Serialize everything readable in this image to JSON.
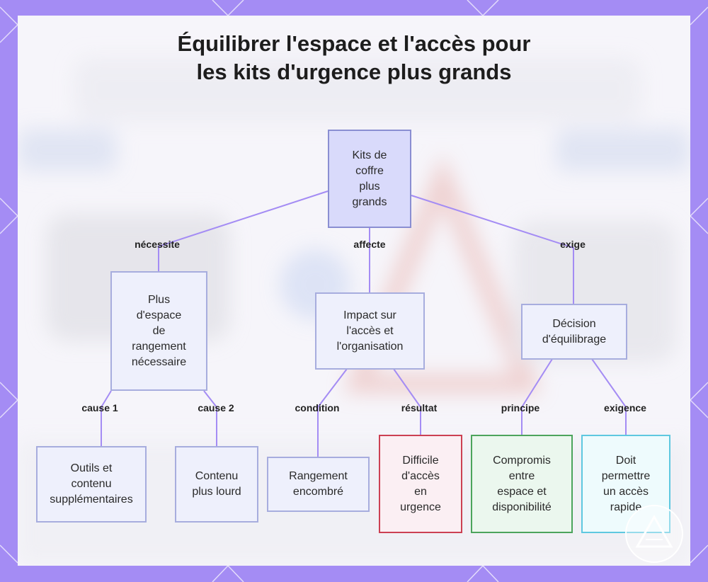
{
  "title": {
    "line1": "Équilibrer l'espace et l'accès pour",
    "line2": "les kits d'urgence plus grands"
  },
  "nodes": {
    "root": "Kits de\ncoffre\nplus\ngrands",
    "storage": "Plus\nd'espace\nde\nrangement\nnécessaire",
    "impact": "Impact sur\nl'accès et\nl'organisation",
    "decision": "Décision\nd'équilibrage",
    "tools": "Outils et\ncontenu\nsupplémentaires",
    "heavier": "Contenu\nplus lourd",
    "cluttered": "Rangement\nencombré",
    "hard_access": "Difficile\nd'accès\nen\nurgence",
    "compromise": "Compromis\nentre\nespace et\ndisponibilité",
    "quick_access": "Doit\npermettre\nun accès\nrapide"
  },
  "edge_labels": {
    "requires": "nécessite",
    "affects": "affecte",
    "demands": "exige",
    "cause1": "cause 1",
    "cause2": "cause 2",
    "condition": "condition",
    "result": "résultat",
    "principle": "principe",
    "requirement": "exigence"
  },
  "colors": {
    "frame": "#a48cf4",
    "edge": "#a48cf4",
    "node_purple_border": "#a7adde",
    "node_red_border": "#cc4052",
    "node_green_border": "#4ca45c",
    "node_cyan_border": "#5ec8e0"
  }
}
